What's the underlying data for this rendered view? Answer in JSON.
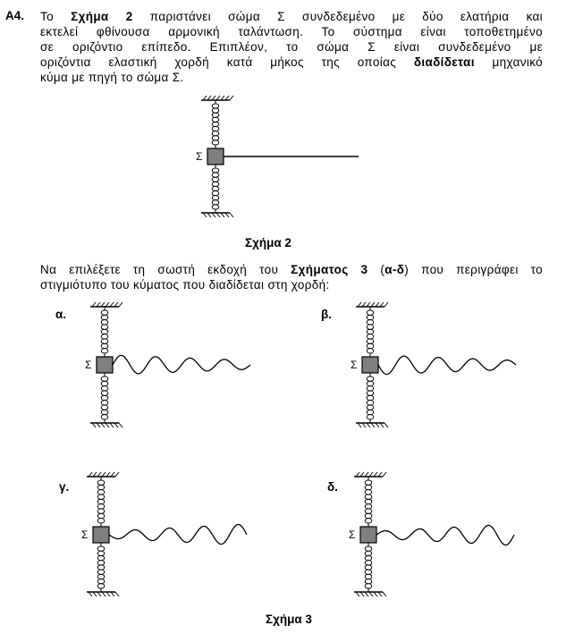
{
  "question": {
    "number": "A4.",
    "paragraph1": {
      "line1": {
        "pre": "Το ",
        "bold1": "Σχήμα 2",
        "post": " παριστάνει σώμα Σ συνδεδεμένο με  δύο ελατήρια και"
      },
      "line2": "εκτελεί φθίνουσα αρμονική ταλάντωση. Το σύστημα είναι τοποθετημένο",
      "line3": "σε οριζόντιο επίπεδο. Επιπλέον, το σώμα Σ είναι συνδεδεμένο με",
      "line4": {
        "pre": "οριζόντια ελαστική χορδή κατά μήκος της οποίας ",
        "bold": "διαδίδεται",
        "post": " μηχανικό"
      },
      "line5": "κύμα με πηγή το σώμα Σ."
    },
    "figure2_caption": "Σχήμα 2",
    "body_label": "Σ",
    "paragraph2": {
      "line1": {
        "pre": "Να επιλέξετε τη σωστή εκδοχή του ",
        "bold": "Σχήματος 3",
        "mid": " (",
        "bold2": "α-δ",
        "post": ") που περιγράφει το"
      },
      "line2": "στιγμιότυπο του κύματος που διαδίδεται στη χορδή:"
    },
    "options": {
      "a": "α.",
      "b": "β.",
      "c": "γ.",
      "d": "δ."
    },
    "figure3_caption": "Σχήμα 3"
  },
  "colors": {
    "text": "#000000",
    "body_fill": "#7f7f7f"
  }
}
